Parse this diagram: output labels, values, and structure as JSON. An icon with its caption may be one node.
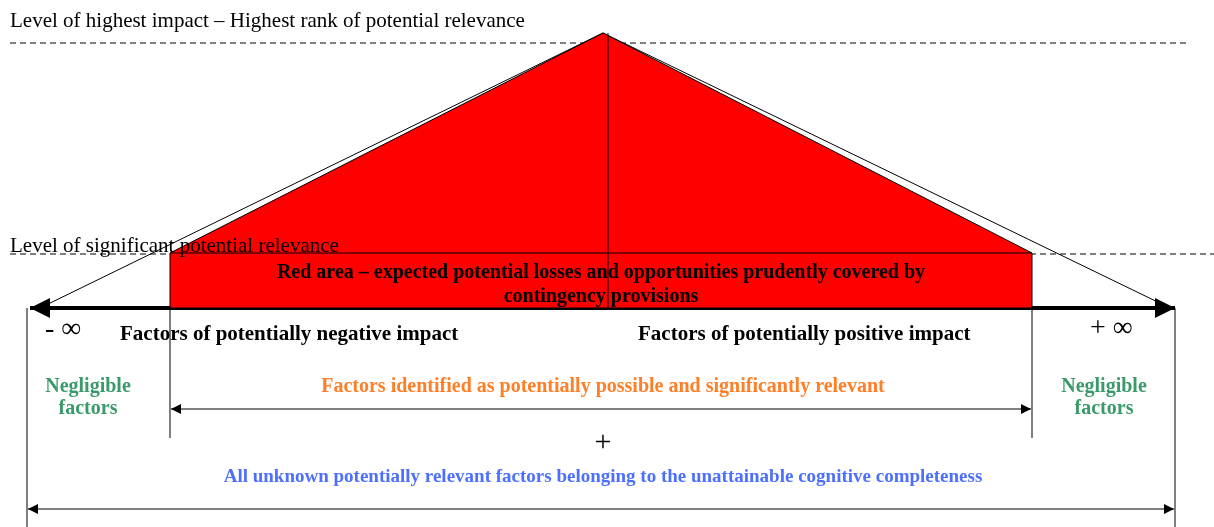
{
  "diagram": {
    "nodes": [
      {
        "text": [
          "Red area – expected potential losses and opportunities prudently covered by contingency provisions"
        ]
      }
    ],
    "edges": [],
    "labels": [
      "Level of highest impact – Highest rank of potential relevance",
      "Level of significant potential relevance",
      "- ∞",
      "Factors of potentially negative impact",
      "Factors of potentially positive impact",
      "+ ∞",
      "Negligible factors",
      "Factors identified as potentially possible and significantly relevant",
      "Negligible factors",
      "+",
      "All unknown potentially relevant factors belonging to the unattainable cognitive completeness"
    ]
  }
}
